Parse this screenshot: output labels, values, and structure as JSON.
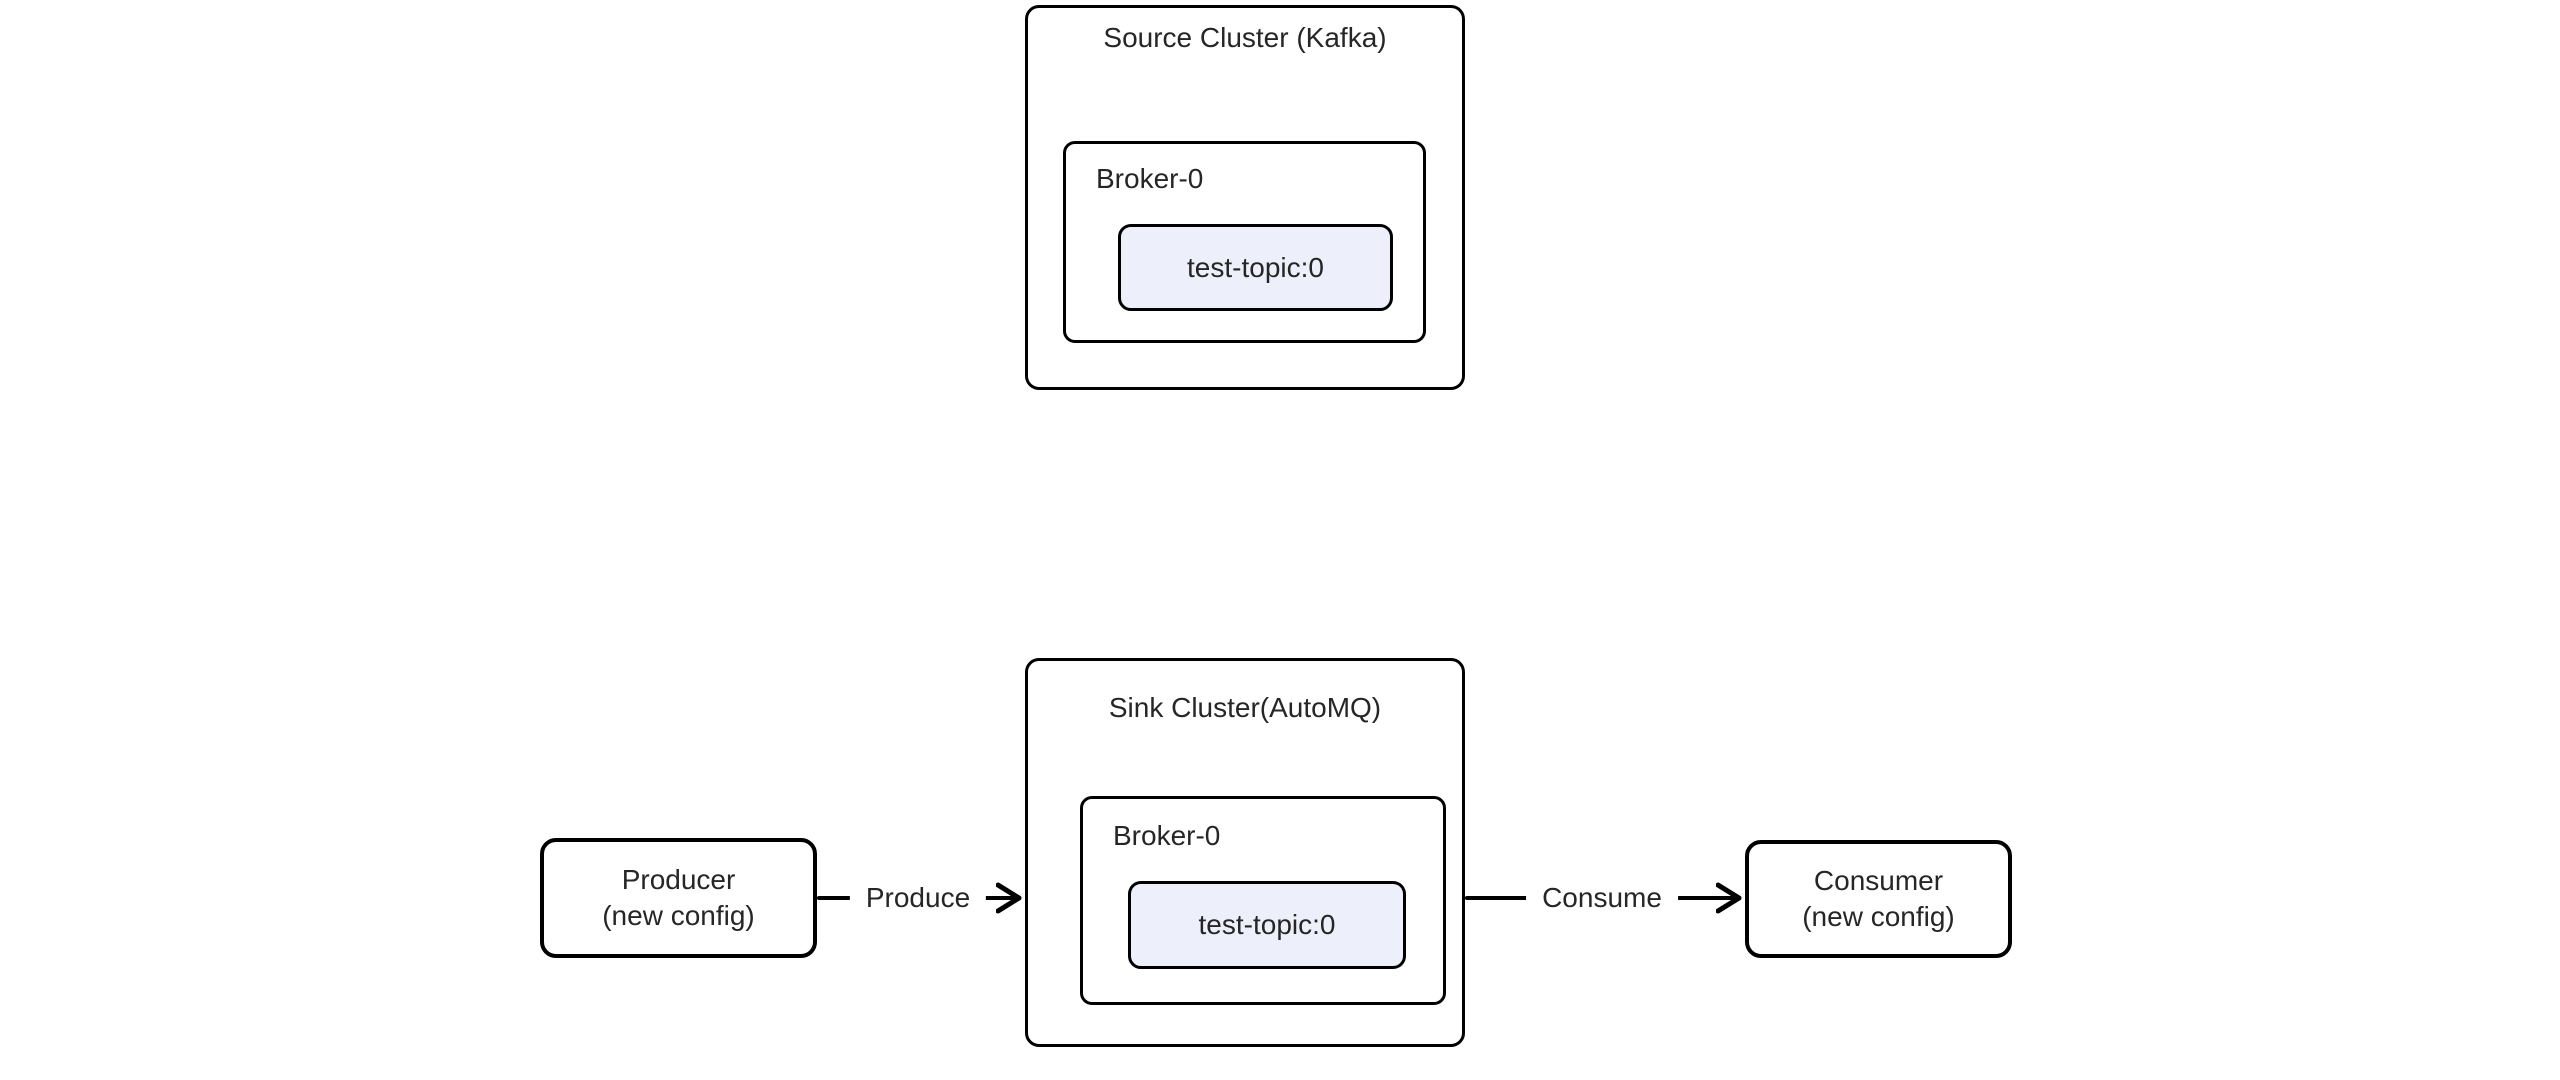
{
  "diagram": {
    "colors": {
      "background": "#ffffff",
      "stroke": "#000000",
      "text": "#262626",
      "topic_fill": "#edf0fa"
    },
    "source_cluster": {
      "title": "Source Cluster (Kafka)",
      "broker": {
        "label": "Broker-0",
        "topic": {
          "label": "test-topic:0"
        }
      }
    },
    "sink_cluster": {
      "title": "Sink Cluster(AutoMQ)",
      "broker": {
        "label": "Broker-0",
        "topic": {
          "label": "test-topic:0"
        }
      }
    },
    "producer": {
      "line1": "Producer",
      "line2": "(new config)"
    },
    "consumer": {
      "line1": "Consumer",
      "line2": "(new config)"
    },
    "edges": {
      "produce": {
        "label": "Produce"
      },
      "consume": {
        "label": "Consume"
      }
    }
  }
}
